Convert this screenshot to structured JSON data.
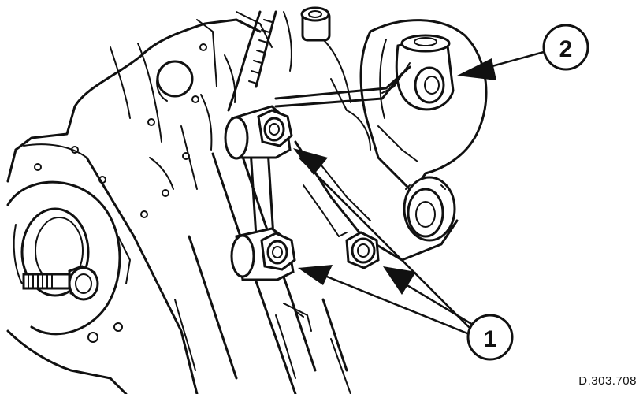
{
  "callouts": {
    "one": "1",
    "two": "2"
  },
  "reference_code": "D.303.708",
  "colors": {
    "ink": "#111111",
    "paper": "#ffffff"
  }
}
